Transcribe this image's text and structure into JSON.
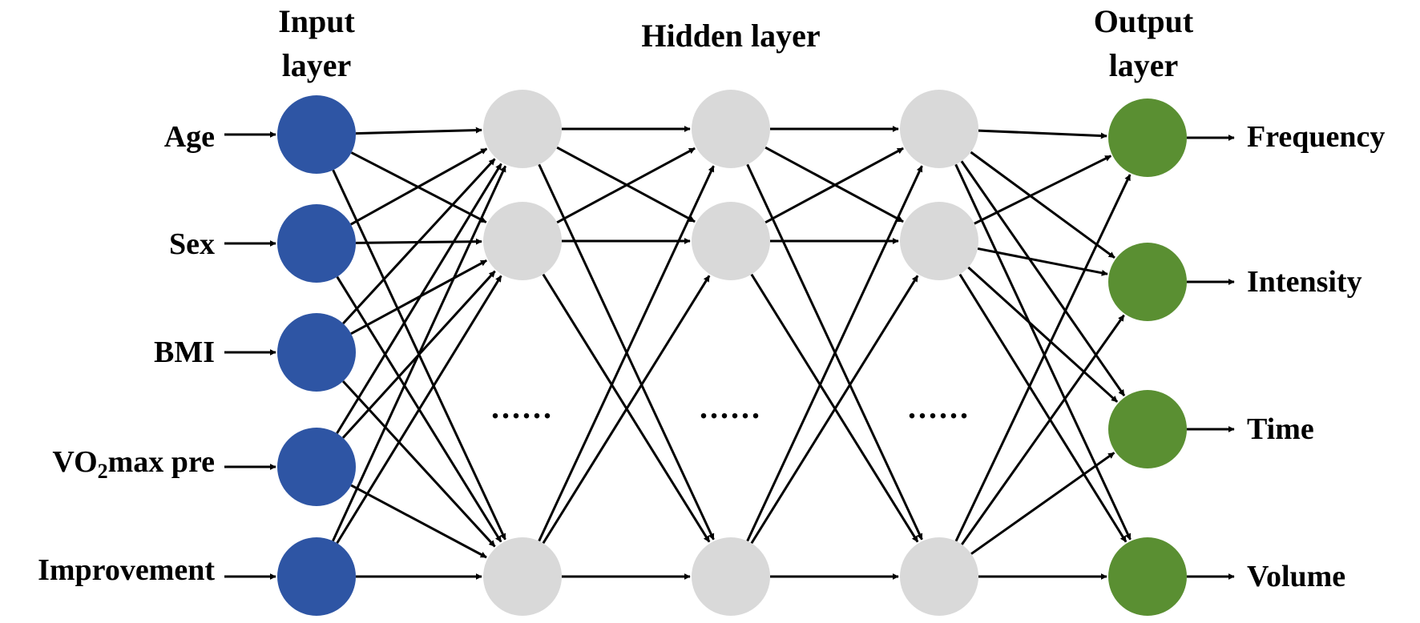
{
  "headers": {
    "input": [
      "Input",
      "layer"
    ],
    "hidden": "Hidden layer",
    "output": [
      "Output",
      "layer"
    ]
  },
  "inputs": [
    {
      "label": "Age"
    },
    {
      "label": "Sex"
    },
    {
      "label": "BMI"
    },
    {
      "label_pre": "VO",
      "label_sub": "2",
      "label_post": "max pre"
    },
    {
      "label": "Improvement"
    }
  ],
  "outputs": [
    "Frequency",
    "Intensity",
    "Time",
    "Volume"
  ],
  "ellipsis": "......",
  "colors": {
    "input_node": "#2e55a4",
    "hidden_node": "#d9d9d9",
    "output_node": "#5a8f32",
    "edge": "#000000"
  }
}
